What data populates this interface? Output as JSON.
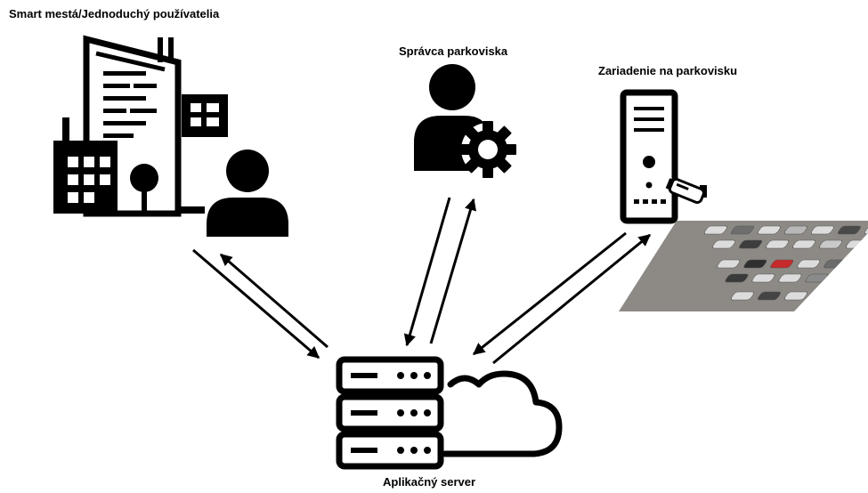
{
  "labels": {
    "users": "Smart mestá/Jednoduchý používatelia",
    "admin": "Správca parkoviska",
    "device": "Zariadenie na parkovisku",
    "server": "Aplikačný server"
  },
  "icons": {
    "city": "city-buildings-icon",
    "user": "user-icon",
    "admin": "admin-user-gear-icon",
    "device": "parking-terminal-icon",
    "camera": "security-camera-icon",
    "photo": "parking-lot-photo",
    "server": "server-rack-icon",
    "cloud": "cloud-icon"
  },
  "colors": {
    "foreground": "#000000",
    "background": "#ffffff"
  }
}
